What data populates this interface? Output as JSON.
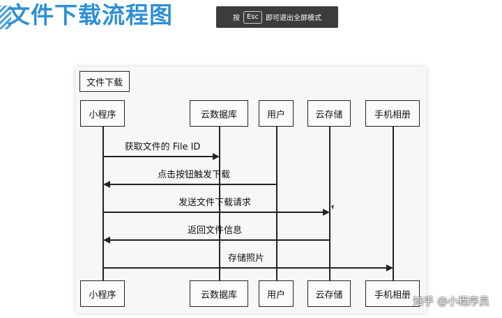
{
  "slide": {
    "title": "文件下载流程图"
  },
  "toast": {
    "prefix": "按",
    "key": "Esc",
    "suffix": "即可退出全屏模式"
  },
  "diagram": {
    "frame_label": "文件下载",
    "actors": [
      "小程序",
      "云数据库",
      "用户",
      "云存储",
      "手机相册"
    ],
    "messages": [
      {
        "text": "获取文件的 File ID",
        "from": "小程序",
        "to": "云数据库"
      },
      {
        "text": "点击按钮触发下载",
        "from": "用户",
        "to": "小程序"
      },
      {
        "text": "发送文件下载请求",
        "from": "小程序",
        "to": "云存储"
      },
      {
        "text": "返回文件信息",
        "from": "云存储",
        "to": "小程序"
      },
      {
        "text": "存储照片",
        "from": "小程序",
        "to": "手机相册"
      }
    ]
  },
  "watermark": "知乎 @小程序员"
}
